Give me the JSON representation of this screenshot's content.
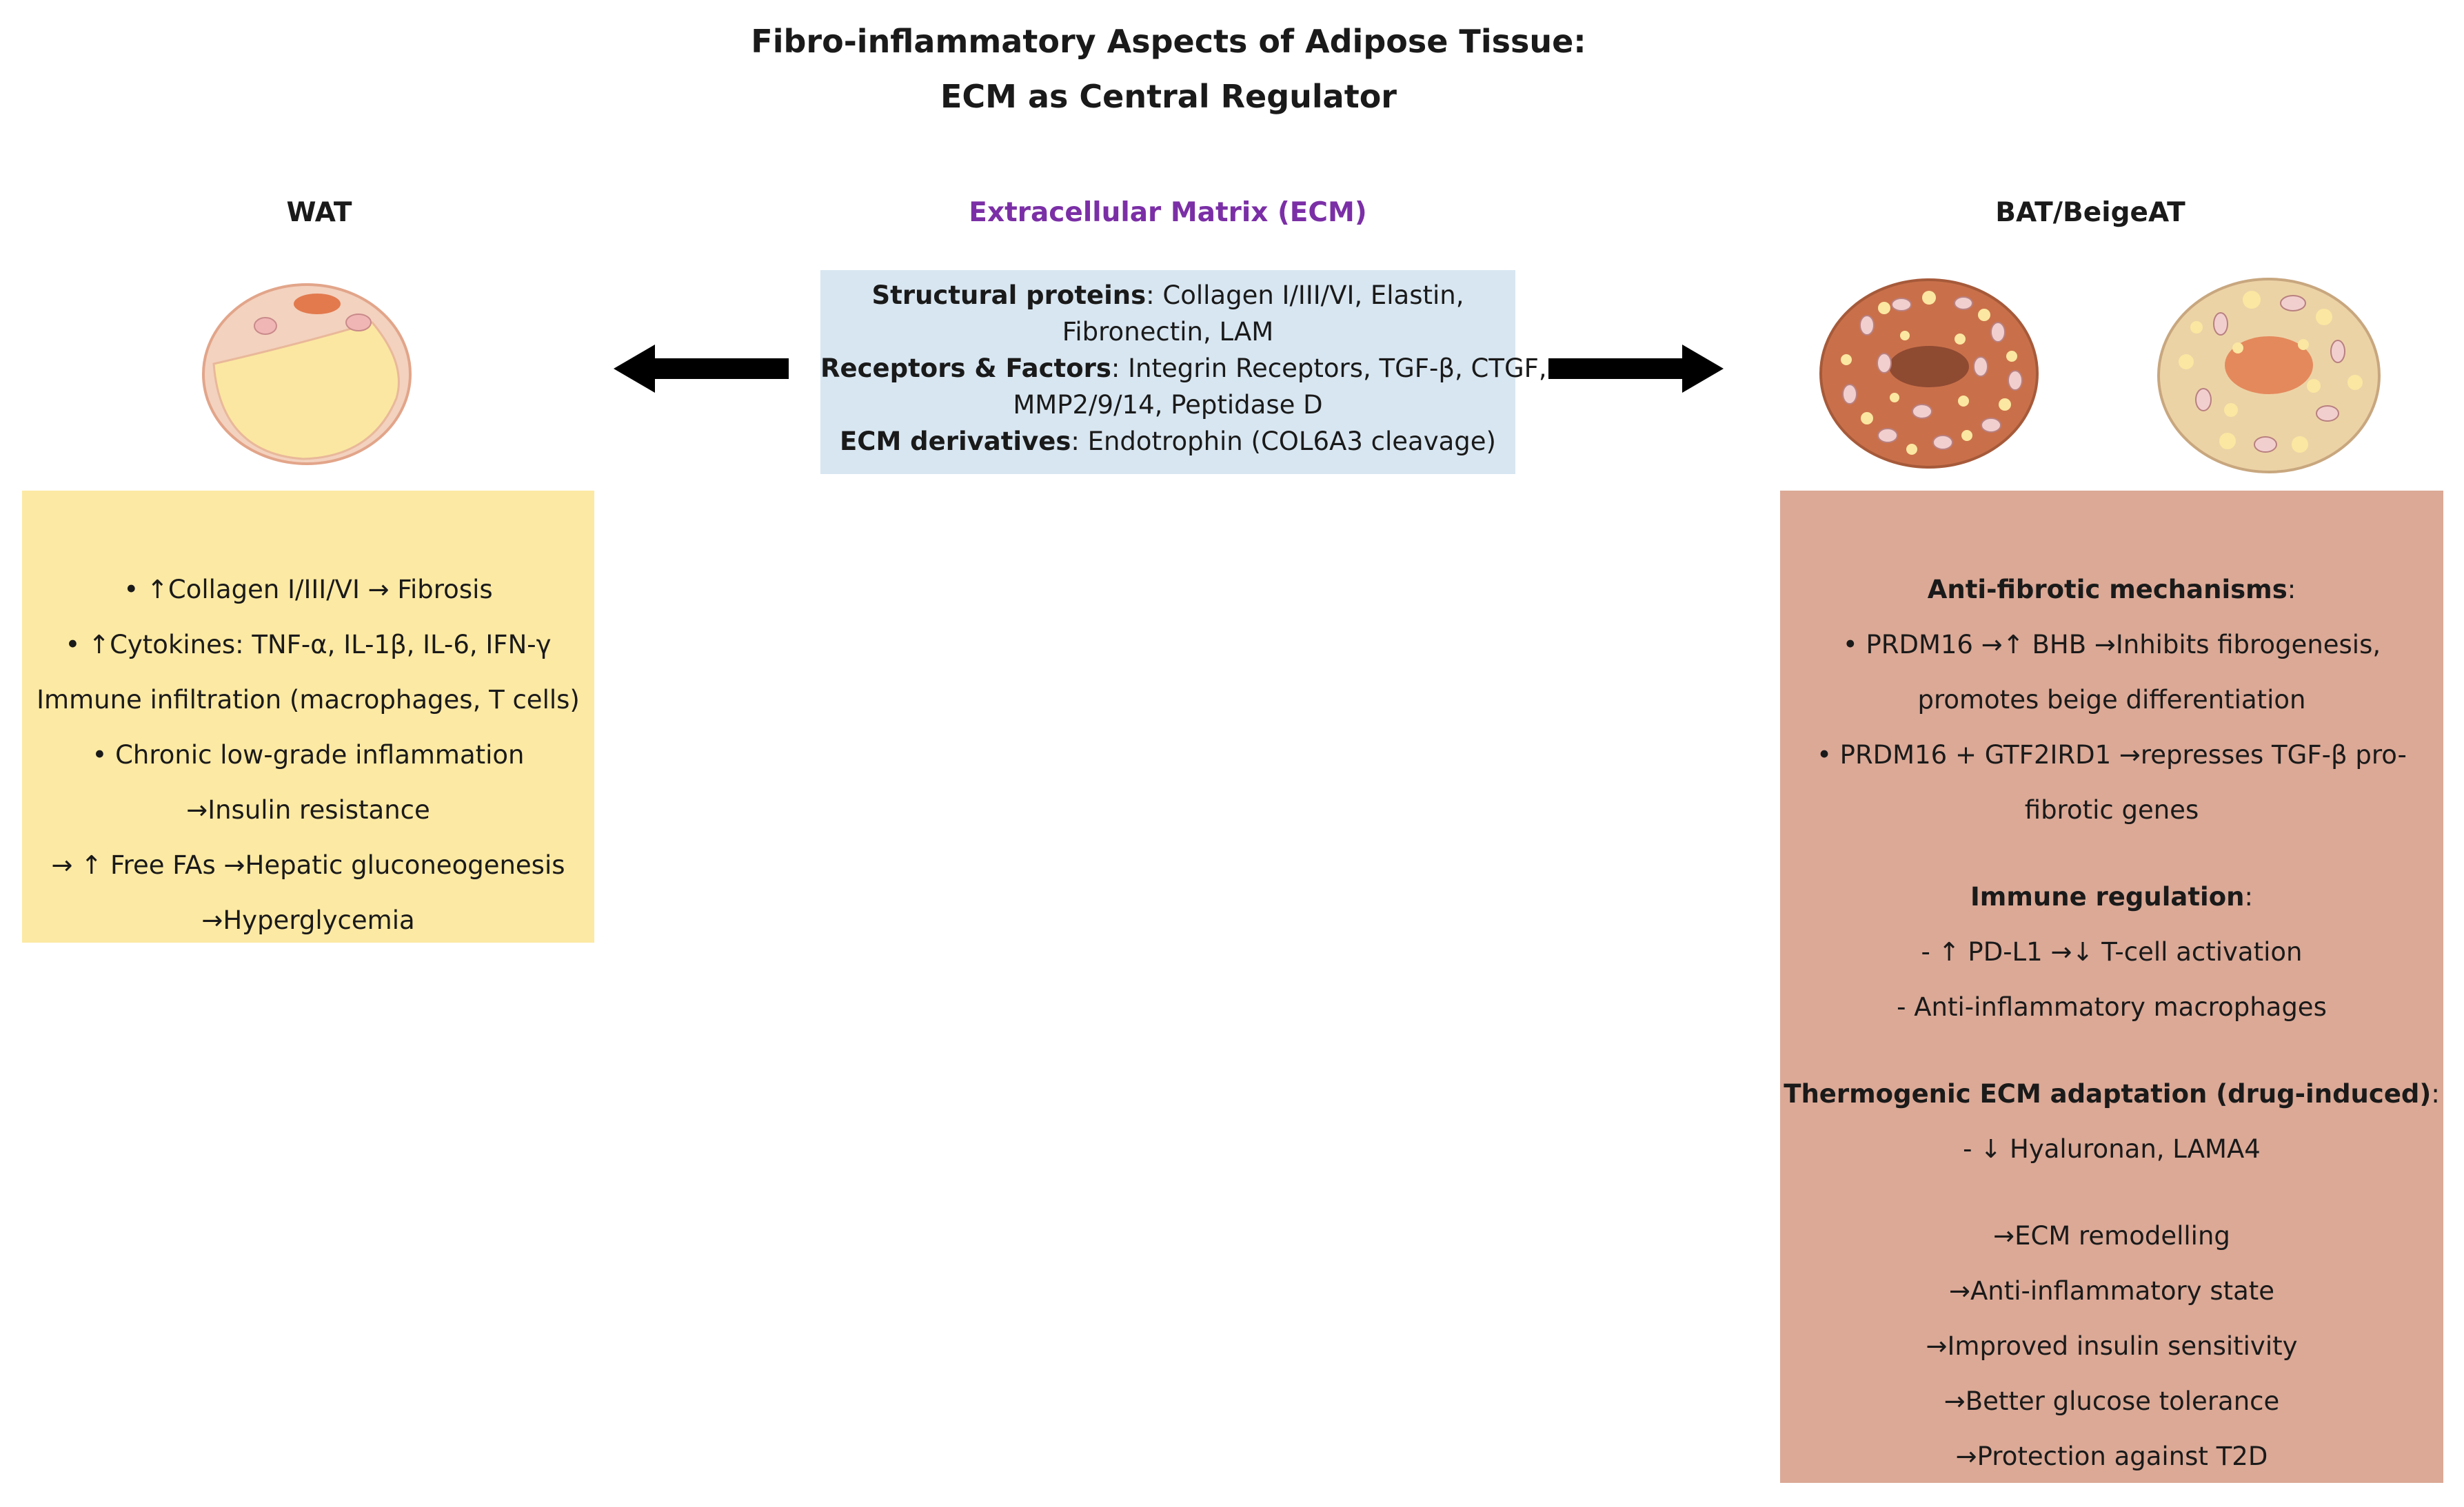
{
  "title": {
    "line1": "Fibro-inflammatory Aspects of Adipose Tissue:",
    "line2": "ECM as Central Regulator"
  },
  "ecm": {
    "heading": "Extracellular Matrix (ECM)",
    "structural_label": "Structural proteins",
    "structural_text": ": Collagen I/III/VI, Elastin,",
    "structural_text2": "Fibronectin, LAM",
    "receptors_label": "Receptors & Factors",
    "receptors_text": ": Integrin Receptors, TGF-β, CTGF,",
    "receptors_text2": "MMP2/9/14, Peptidase D",
    "derivatives_label": "ECM derivatives",
    "derivatives_text": ": Endotrophin (COL6A3 cleavage)"
  },
  "wat": {
    "heading": "WAT",
    "lines": [
      "• ↑Collagen I/III/VI → Fibrosis",
      "• ↑Cytokines: TNF-α, IL-1β, IL-6, IFN-γ",
      "Immune infiltration (macrophages, T cells)",
      "• Chronic low-grade inflammation",
      "→Insulin resistance",
      "→ ↑ Free FAs →Hepatic gluconeogenesis",
      "→Hyperglycemia"
    ]
  },
  "bat": {
    "heading": "BAT/BeigeAT",
    "antifibrotic_label": "Anti-fibrotic mechanisms",
    "antifibrotic_lines": [
      "• PRDM16 →↑ BHB →Inhibits fibrogenesis,",
      "promotes beige differentiation",
      "• PRDM16 + GTF2IRD1 →represses TGF-β pro-",
      "fibrotic genes"
    ],
    "immune_label": "Immune regulation",
    "immune_lines": [
      "- ↑ PD-L1 →↓ T-cell activation",
      "- Anti-inflammatory macrophages"
    ],
    "thermo_label": "Thermogenic ECM adaptation (drug-induced)",
    "thermo_lines": [
      "- ↓ Hyaluronan, LAMA4"
    ],
    "outcome_lines": [
      "→ECM remodelling",
      "→Anti-inflammatory state",
      "→Improved insulin sensitivity",
      "→Better glucose tolerance",
      "→Protection against T2D"
    ]
  },
  "colors": {
    "ecm_heading": "#7b2fa6",
    "ecm_box": "#d8e6f1",
    "wat_box": "#fce9a3",
    "bat_box": "#dba996",
    "arrow": "#000000"
  }
}
